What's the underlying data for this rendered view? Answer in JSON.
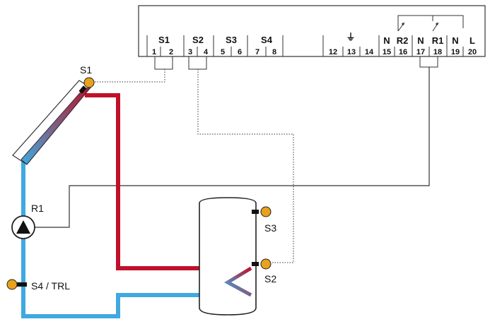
{
  "controller": {
    "sensor_groups": [
      "S1",
      "S2",
      "S3",
      "S4"
    ],
    "terminals": [
      "1",
      "2",
      "3",
      "4",
      "5",
      "6",
      "7",
      "8",
      "12",
      "13",
      "14",
      "15",
      "16",
      "17",
      "18",
      "19",
      "20"
    ],
    "relay_labels": [
      "N",
      "R2",
      "N",
      "R1",
      "N",
      "L"
    ],
    "ground_symbol": "⏚"
  },
  "components": {
    "collector_sensor": "S1",
    "pump": "R1",
    "return_sensor": "S4 / TRL",
    "tank_sensor_top": "S3",
    "tank_sensor_bottom": "S2"
  },
  "colors": {
    "flow_pipe": "#c0102a",
    "return_pipe": "#3fa9e0",
    "sensor": "#e8a21c",
    "wire": "#333333"
  }
}
